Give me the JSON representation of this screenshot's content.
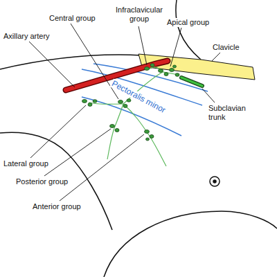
{
  "diagram": {
    "labels": [
      "Infraclavicular group",
      "Central group",
      "Apical group",
      "Axillary artery",
      "Clavicle",
      "Pectoralis minor",
      "Subclavian trunk",
      "Lateral group",
      "Posterior group",
      "Anterior group"
    ]
  }
}
